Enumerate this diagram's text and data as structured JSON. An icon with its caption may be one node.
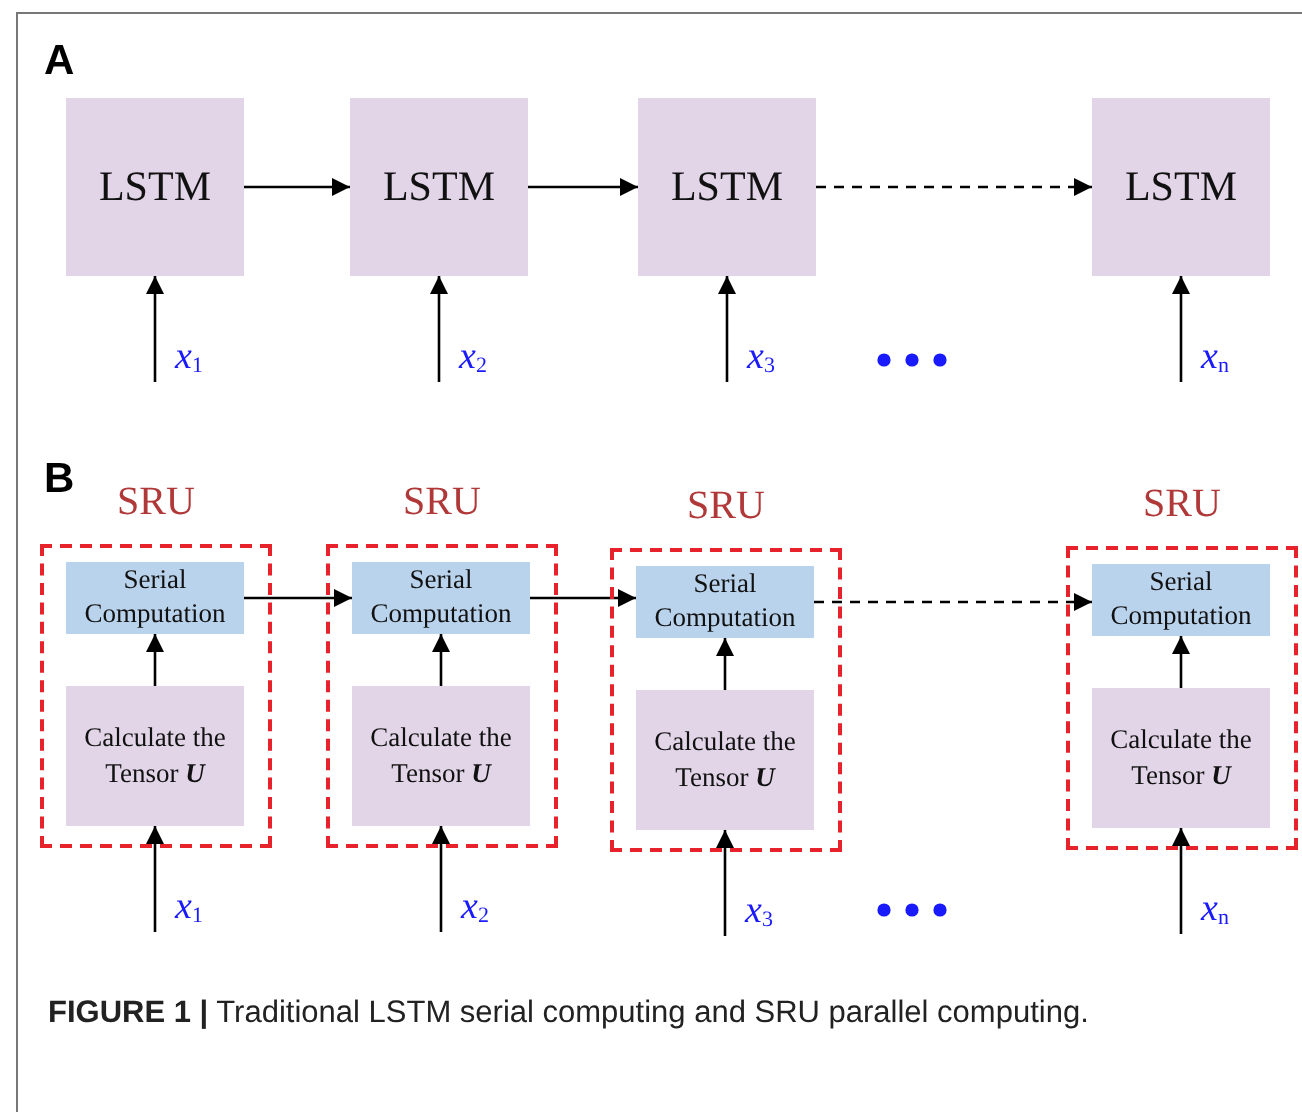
{
  "diagram": {
    "caption": "**FIGURE 1 |** Traditional LSTM serial computing and SRU parallel computing.",
    "nodes": [
      {
        "text": [
          "LSTM"
        ]
      },
      {
        "text": [
          "LSTM"
        ]
      },
      {
        "text": [
          "LSTM"
        ]
      },
      {
        "text": [
          "LSTM"
        ]
      },
      {
        "text": [
          "SRU"
        ]
      },
      {
        "text": [
          "Serial Computation"
        ],
        "in": 4
      },
      {
        "text": [
          "Calculate the Tensor **U**"
        ],
        "in": 4
      },
      {
        "text": [
          "SRU"
        ]
      },
      {
        "text": [
          "Serial Computation"
        ],
        "in": 7
      },
      {
        "text": [
          "Calculate the Tensor **U**"
        ],
        "in": 7
      },
      {
        "text": [
          "SRU"
        ]
      },
      {
        "text": [
          "Serial Computation"
        ],
        "in": 10
      },
      {
        "text": [
          "Calculate the Tensor **U**"
        ],
        "in": 10
      },
      {
        "text": [
          "SRU"
        ]
      },
      {
        "text": [
          "Serial Computation"
        ],
        "in": 13
      },
      {
        "text": [
          "Calculate the Tensor **U**"
        ],
        "in": 13
      }
    ],
    "edges": [
      {
        "from": 0,
        "to": 1,
        "arrow": "to"
      },
      {
        "from": 1,
        "to": 2,
        "arrow": "to"
      },
      {
        "from": 2,
        "to": 3,
        "arrow": "to",
        "style": "dashed"
      },
      {
        "from": null,
        "to": 0,
        "arrow": "to",
        "label": "x$_{1}$"
      },
      {
        "from": null,
        "to": 1,
        "arrow": "to",
        "label": "x$_{2}$"
      },
      {
        "from": null,
        "to": 2,
        "arrow": "to",
        "label": "x$_{3}$"
      },
      {
        "from": null,
        "to": 3,
        "arrow": "to",
        "label": "x$_{n}$"
      },
      {
        "from": 5,
        "to": 8,
        "arrow": "to"
      },
      {
        "from": 8,
        "to": 11,
        "arrow": "to"
      },
      {
        "from": 11,
        "to": 14,
        "arrow": "to",
        "style": "dashed"
      },
      {
        "from": 6,
        "to": 5,
        "arrow": "to"
      },
      {
        "from": 9,
        "to": 8,
        "arrow": "to"
      },
      {
        "from": 12,
        "to": 11,
        "arrow": "to"
      },
      {
        "from": 15,
        "to": 14,
        "arrow": "to"
      },
      {
        "from": null,
        "to": 6,
        "arrow": "to",
        "label": "x$_{1}$"
      },
      {
        "from": null,
        "to": 9,
        "arrow": "to",
        "label": "x$_{2}$"
      },
      {
        "from": null,
        "to": 12,
        "arrow": "to",
        "label": "x$_{3}$"
      },
      {
        "from": null,
        "to": 15,
        "arrow": "to",
        "label": "x$_{n}$"
      }
    ],
    "labels": [
      "A",
      "B"
    ]
  }
}
